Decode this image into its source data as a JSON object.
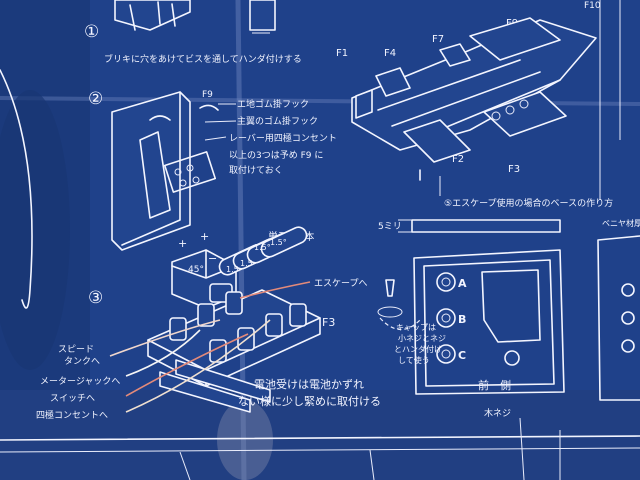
{
  "notes": {
    "note_top": "ブリキに穴をあけてビスを通してハンダ付けする",
    "note_2a": "エ地ゴム掛フック",
    "note_2b": "主翼のゴム掛フック",
    "note_2c": "レーバー用四極コンセント",
    "note_2d": "以上の3つは予め F9 に",
    "note_2e": "取付けておく",
    "battery": "単三・4本",
    "escape": "エスケープへ",
    "speed": "スピード",
    "speed2": "タンクへ",
    "meter": "メータージャックへ",
    "switch": "スイッチへ",
    "outlet": "四極コンセントへ",
    "batt_note1": "電池受けは電池かずれ",
    "batt_note2": "ない様に少し緊めに取付ける",
    "escape_note": "⑤エスケープ使用の場合のベースの作り方",
    "side_note": "ベニヤ材厚にこれを",
    "screw_note1": "キャップは",
    "screw_note2": "小ネジとネジ",
    "screw_note3": "とハンダ付け",
    "screw_note4": "して使う",
    "front": "前　側",
    "mount_screw": "木ネジ",
    "dim": "5ミリ"
  },
  "step_marks": {
    "s1": "①",
    "s2": "②",
    "s3": "③"
  },
  "part_labels": {
    "f1": "F1",
    "f4": "F4",
    "f7": "F7",
    "f9": "F9",
    "f10": "F10",
    "f2": "F2",
    "f3": "F3",
    "f9b": "F9",
    "f3b": "F3",
    "a": "A",
    "b": "B",
    "c": "C",
    "plus": "+",
    "minus": "−"
  },
  "battery_marks": {
    "b1": "45°",
    "b2": "1.5",
    "b3": "1.5",
    "b4": "1.5°",
    "b5": "1.5°"
  }
}
